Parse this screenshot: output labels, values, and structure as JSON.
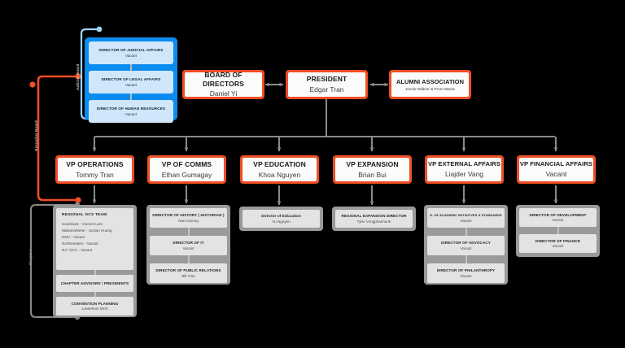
{
  "theme": {
    "background": "#000000",
    "executive_accent": "#f04e23",
    "judicial_accent": "#0a8bf0",
    "group_gray": "#9a9a9a",
    "card_gray": "#e3e3e3",
    "card_white": "#fbfbfb",
    "judicial_card": "#cfe6fb"
  },
  "brackets": {
    "judicial_label": "Judicial Board",
    "executive_label": "Executive Board",
    "chapters_label": "Chapters"
  },
  "top_row": {
    "board_of_directors": {
      "title": "BOARD OF DIRECTORS",
      "name": "Daniel Yi"
    },
    "president": {
      "title": "PRESIDENT",
      "name": "Edgar Tran"
    },
    "alumni_association": {
      "title": "ALUMNI ASSOCIATION",
      "name": "Jonnie Mildner & Prom Wards"
    }
  },
  "judicial_board": {
    "members": [
      {
        "title": "DIRECTOR OF JUDICIAL AFFAIRS",
        "name": "Vacant"
      },
      {
        "title": "DIRECTOR OF LEGAL AFFAIRS",
        "name": "Vacant"
      },
      {
        "title": "DIRECTOR OF HUMAN RESOURCES",
        "name": "Vacant"
      }
    ]
  },
  "vps": [
    {
      "title": "VP OPERATIONS",
      "name": "Tommy Tran"
    },
    {
      "title": "VP OF COMMS",
      "name": "Ethan Gumagay"
    },
    {
      "title": "VP EDUCATION",
      "name": "Khoa Nguyen"
    },
    {
      "title": "VP EXPANSION",
      "name": "Brian Bui"
    },
    {
      "title": "VP EXTERNAL AFFAIRS",
      "name": "Liajder Vang"
    },
    {
      "title": "VP FINANCIAL AFFAIRS",
      "name": "Vacant"
    }
  ],
  "operations": {
    "regional_team": {
      "title": "REGIONAL OCS TEAM",
      "rows": [
        "Southeast - Vincent Lam",
        "Midwest/West - Jordan Huang",
        "DMV - Vacant",
        "Northeastern - Vacant",
        "NJ / NYC - Vacant"
      ]
    },
    "chapter_advisors": {
      "title": "CHAPTER ADVISORS / PRESIDENTS",
      "name": ""
    },
    "convention_planning": {
      "title": "CONVENTION PLANNING",
      "name": "Lavierleon Dinh"
    }
  },
  "comms": [
    {
      "title": "DIRECTOR OF HISTORY ( HISTORIAN )",
      "name": "Nam Duong"
    },
    {
      "title": "DIRECTOR OF IT",
      "name": "Vacant"
    },
    {
      "title": "DIRECTOR OF PUBLIC RELATIONS",
      "name": "Bill Tran"
    }
  ],
  "education": [
    {
      "title": "Director of Education",
      "name": "Vu Nguyen"
    }
  ],
  "expansion": [
    {
      "title": "REGIONAL EXPANSION DIRECTOR",
      "name": "Tyler Vongphachanh"
    }
  ],
  "external_affairs": [
    {
      "title": "D. OF ACADEMIC INITIATIVES & STANDARDS",
      "name": "Vacant"
    },
    {
      "title": "DIRECTOR OF ADVOCACY",
      "name": "Vacant"
    },
    {
      "title": "DIRECTOR OF PHILANTHROPY",
      "name": "Vacant"
    }
  ],
  "financial_affairs": [
    {
      "title": "DIRECTOR OF DEVELOPMENT",
      "name": "Vacant"
    },
    {
      "title": "DIRECTOR OF FINANCE",
      "name": "Vacant"
    }
  ]
}
